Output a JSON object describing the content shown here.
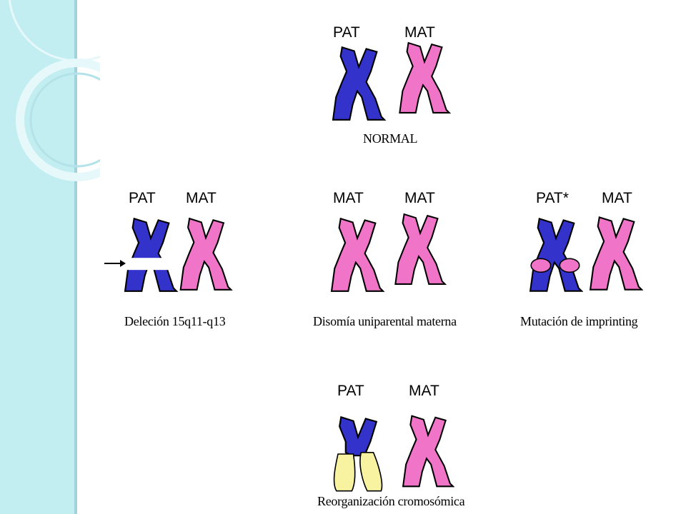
{
  "colors": {
    "paternal": "#3333cc",
    "maternal": "#f075c8",
    "outline": "#000000",
    "rearranged": "#f8f3a0",
    "sidebar": "#c2eef2"
  },
  "groups": [
    {
      "id": "normal",
      "labels": [
        "PAT",
        "MAT"
      ],
      "caption": "NORMAL"
    },
    {
      "id": "deletion",
      "labels": [
        "PAT",
        "MAT"
      ],
      "caption": "Deleción 15q11-q13"
    },
    {
      "id": "disomy",
      "labels": [
        "MAT",
        "MAT"
      ],
      "caption": "Disomía uniparental materna"
    },
    {
      "id": "imprinting",
      "labels": [
        "PAT*",
        "MAT"
      ],
      "caption": "Mutación de imprinting"
    },
    {
      "id": "rearrangement",
      "labels": [
        "PAT",
        "MAT"
      ],
      "caption": "Reorganización cromosómica"
    }
  ]
}
